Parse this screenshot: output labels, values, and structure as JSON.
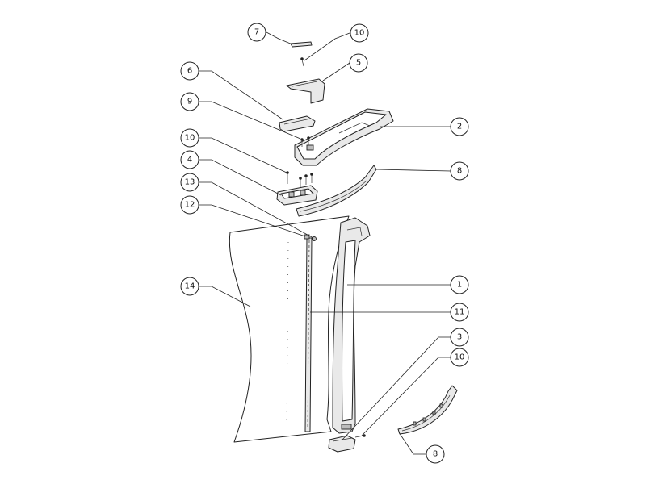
{
  "callouts": [
    {
      "id": "c7a",
      "label": "7"
    },
    {
      "id": "c10a",
      "label": "10"
    },
    {
      "id": "c5",
      "label": "5"
    },
    {
      "id": "c6",
      "label": "6"
    },
    {
      "id": "c9",
      "label": "9"
    },
    {
      "id": "c2",
      "label": "2"
    },
    {
      "id": "c10b",
      "label": "10"
    },
    {
      "id": "c8a",
      "label": "8"
    },
    {
      "id": "c4",
      "label": "4"
    },
    {
      "id": "c13",
      "label": "13"
    },
    {
      "id": "c12",
      "label": "12"
    },
    {
      "id": "c1",
      "label": "1"
    },
    {
      "id": "c14",
      "label": "14"
    },
    {
      "id": "c11",
      "label": "11"
    },
    {
      "id": "c3",
      "label": "3"
    },
    {
      "id": "c10c",
      "label": "10"
    },
    {
      "id": "c8b",
      "label": "8"
    }
  ]
}
